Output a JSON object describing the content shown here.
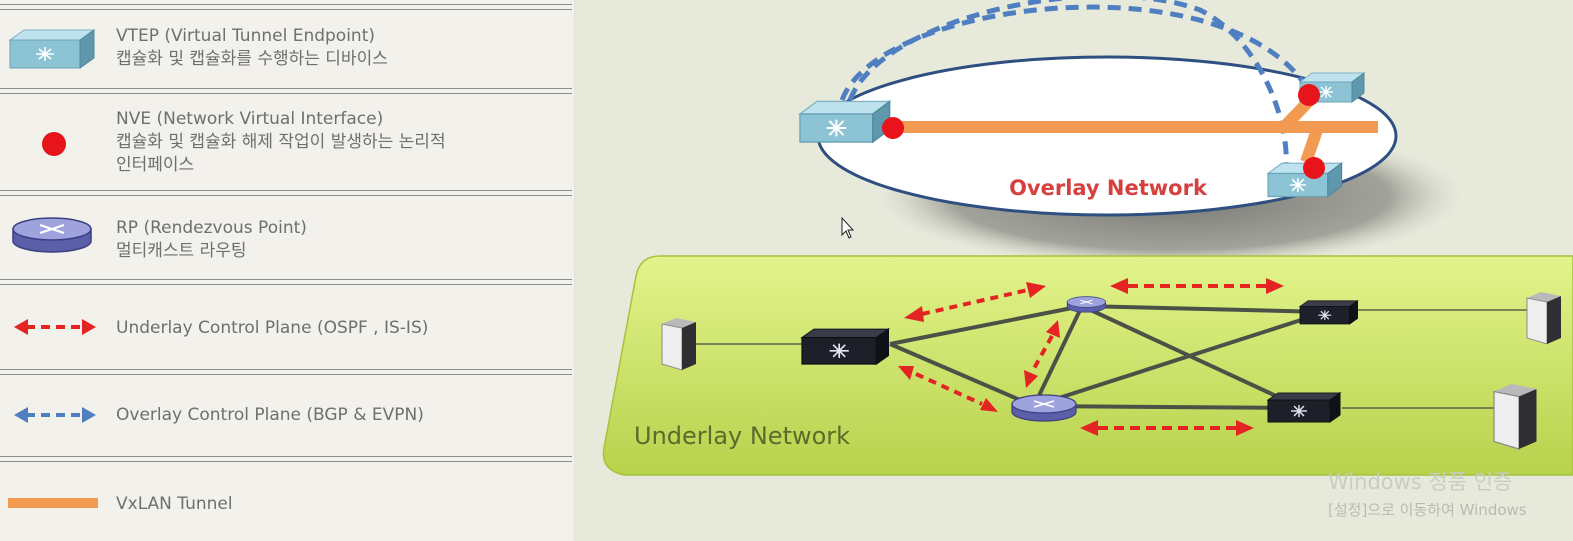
{
  "legend": {
    "vtep": {
      "title": "VTEP (Virtual Tunnel Endpoint)",
      "desc": "캡슐화 및 캡슐화를 수행하는 디바이스"
    },
    "nve": {
      "title": "NVE (Network Virtual Interface)",
      "desc1": "캡슐화 및 캡슐화 해제 작업이 발생하는 논리적",
      "desc2": "인터페이스"
    },
    "rp": {
      "title": "RP (Rendezvous Point)",
      "desc": "멀티캐스트 라우팅"
    },
    "underlay_cp": {
      "label": "Underlay Control Plane (OSPF , IS-IS)"
    },
    "overlay_cp": {
      "label": "Overlay Control Plane (BGP & EVPN)"
    },
    "vxlan": {
      "label": "VxLAN Tunnel"
    }
  },
  "diagram": {
    "overlay_label": "Overlay Network",
    "underlay_label": "Underlay Network"
  },
  "watermark": {
    "line1": "Windows 정품 인증",
    "line2": "[설정]으로 이동하여 Windows"
  },
  "colors": {
    "nve_red": "#e8141b",
    "underlay_arrow": "#e42323",
    "overlay_arrow": "#4f7fc0",
    "vxlan_orange": "#f39a52",
    "overlay_text": "#d6403f",
    "underlay_green": "#c9e06a",
    "switch_teal": "#8fc4d6"
  }
}
